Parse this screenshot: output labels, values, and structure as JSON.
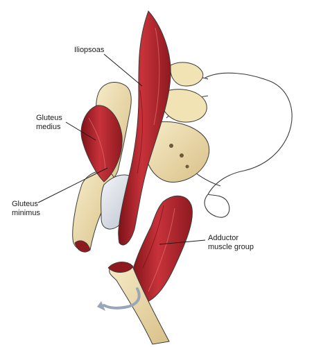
{
  "labels": {
    "iliopsoas": "Iliopsoas",
    "gluteus_medius": [
      "Gluteus",
      "medius"
    ],
    "gluteus_minimus": [
      "Gluteus",
      "minimus"
    ],
    "adductor": [
      "Adductor",
      "muscle group"
    ]
  },
  "colors": {
    "muscle": "#b3222a",
    "muscle_dark": "#7e1218",
    "muscle_light": "#d85a5a",
    "bone": "#f1e3b3",
    "bone_shadow": "#d8bf83",
    "tendon": "#dfe3ea",
    "outline": "#3a3a3a",
    "arrow": "#9aa6b8"
  }
}
